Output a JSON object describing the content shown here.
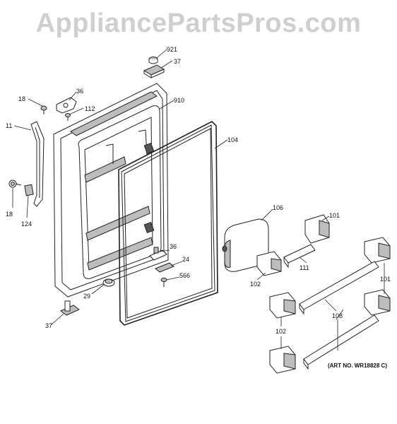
{
  "watermark": "AppliancePartsPros.com",
  "art_number": "(ART NO. WR18828 C)",
  "callouts": {
    "c921": "921",
    "c37a": "37",
    "c36a": "36",
    "c18a": "18",
    "c112": "112",
    "c910": "910",
    "c11": "11",
    "c104": "104",
    "c18b": "18",
    "c124": "124",
    "c106": "106",
    "c101a": "101",
    "c36b": "36",
    "c24": "24",
    "c566": "566",
    "c29": "29",
    "c111": "111",
    "c102a": "102",
    "c101b": "101",
    "c108": "108",
    "c37b": "37",
    "c102b": "102"
  }
}
